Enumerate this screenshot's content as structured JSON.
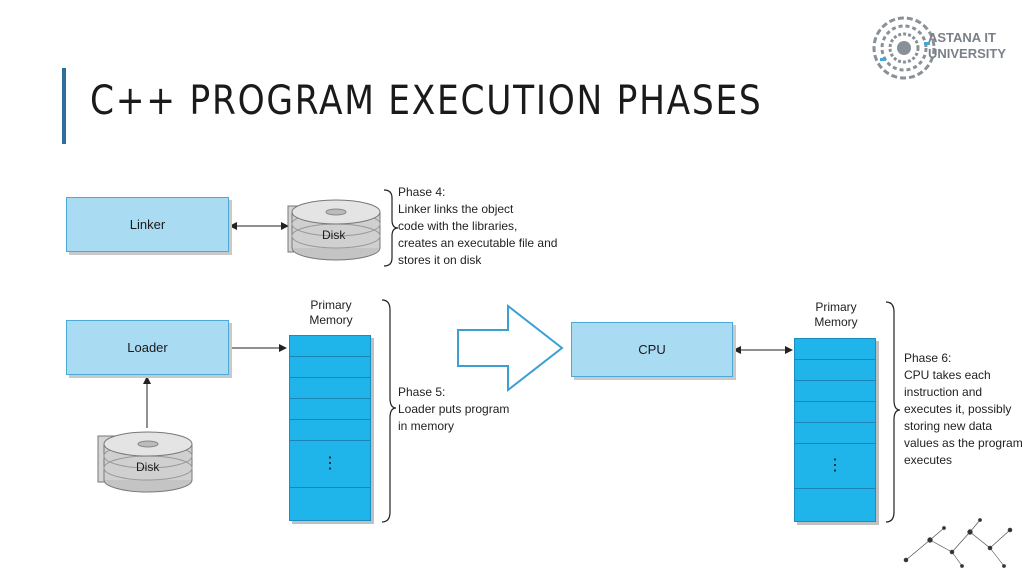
{
  "slide": {
    "title": "C++ PROGRAM EXECUTION PHASES"
  },
  "logo": {
    "line1": "ASTANA IT",
    "line2": "UNIVERSITY"
  },
  "phase4": {
    "linker_label": "Linker",
    "disk_label": "Disk",
    "note_lines": [
      "Phase 4:",
      "Linker links the object",
      "code with the libraries,",
      "creates an executable file and",
      "stores it on disk"
    ]
  },
  "phase5": {
    "loader_label": "Loader",
    "disk_label": "Disk",
    "memory_label_1": "Primary",
    "memory_label_2": "Memory",
    "memory_ellipsis": "⋮",
    "note_lines": [
      "Phase 5:",
      "Loader puts program",
      "in memory"
    ]
  },
  "phase6": {
    "cpu_label": "CPU",
    "memory_label_1": "Primary",
    "memory_label_2": "Memory",
    "memory_ellipsis": "⋮",
    "note_lines": [
      "Phase 6:",
      "CPU takes each",
      "instruction and",
      "executes it, possibly",
      "storing new data",
      "values as the program",
      "executes"
    ]
  },
  "colors": {
    "box_fill": "#a9dcf3",
    "memory_fill": "#1fb5ea",
    "title_accent": "#2d6f9c"
  }
}
